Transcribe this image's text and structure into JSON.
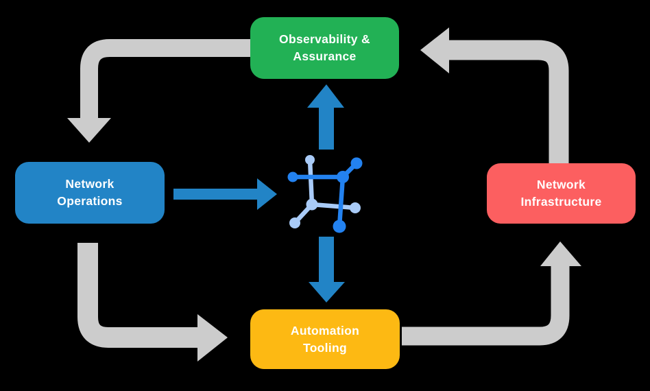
{
  "background": "#000000",
  "colors": {
    "arrow_gray": "#CCCCCC",
    "arrow_blue": "#2284C6",
    "icon_dark_blue": "#2382F0",
    "icon_light_blue": "#A9CBF7",
    "text": "#FFFFFF"
  },
  "nodes": {
    "observability": {
      "label": "Observability &\nAssurance",
      "color": "#22B155"
    },
    "operations": {
      "label": "Network\nOperations",
      "color": "#2284C6"
    },
    "infrastructure": {
      "label": "Network\nInfrastructure",
      "color": "#FC5F60"
    },
    "automation": {
      "label": "Automation\nTooling",
      "color": "#FDB913"
    }
  },
  "center": {
    "icon": "network-mesh-icon"
  },
  "edges": [
    {
      "from": "observability",
      "to": "operations",
      "style": "gray-elbow"
    },
    {
      "from": "infrastructure",
      "to": "observability",
      "style": "gray-elbow"
    },
    {
      "from": "operations",
      "to": "automation",
      "style": "gray-elbow"
    },
    {
      "from": "automation",
      "to": "infrastructure",
      "style": "gray-elbow"
    },
    {
      "from": "operations",
      "to": "center-hub",
      "style": "blue-straight"
    },
    {
      "from": "center-hub",
      "to": "observability",
      "style": "blue-straight"
    },
    {
      "from": "center-hub",
      "to": "automation",
      "style": "blue-straight"
    }
  ]
}
